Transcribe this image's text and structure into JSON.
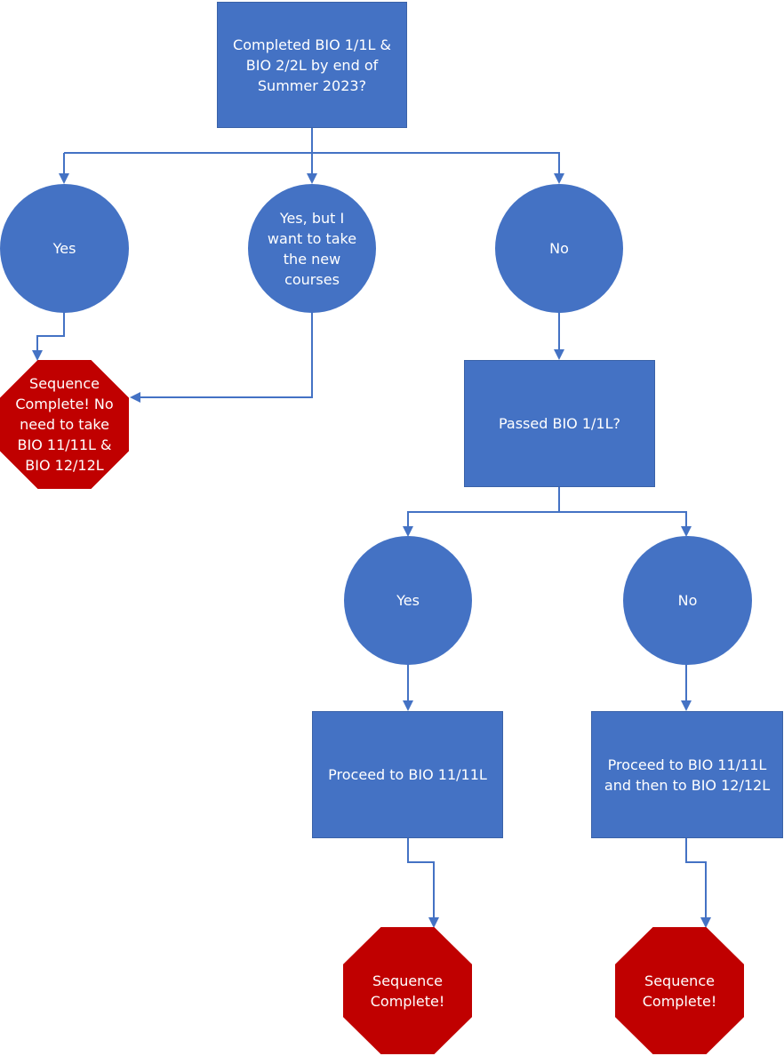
{
  "colors": {
    "process_fill": "#4472c4",
    "stop_fill": "#c00000",
    "connector": "#4472c4",
    "text": "#ffffff"
  },
  "nodes": {
    "q1": "Completed BIO 1/1L &\nBIO 2/2L by end of\nSummer 2023?",
    "yes1": "Yes",
    "yes_but": "Yes, but I\nwant to take\nthe new\ncourses",
    "no1": "No",
    "stop_top": "Sequence\nComplete! No\nneed to take\nBIO 11/11L &\nBIO 12/12L",
    "q2": "Passed BIO 1/1L?",
    "yes2": "Yes",
    "no2": "No",
    "proceed_a": "Proceed to BIO 11/11L",
    "proceed_b": "Proceed to BIO 11/11L\nand then to BIO 12/12L",
    "stop_a": "Sequence\nComplete!",
    "stop_b": "Sequence\nComplete!"
  }
}
